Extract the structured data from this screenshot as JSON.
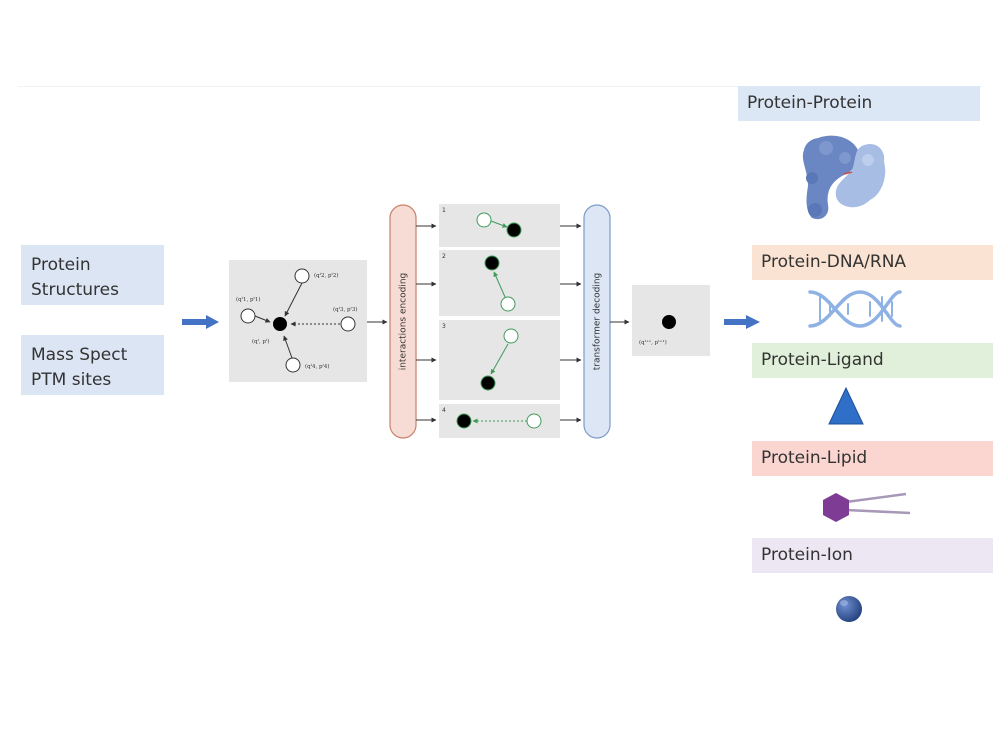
{
  "inputs": {
    "structures": "Protein Structures",
    "ptm": "Mass Spect PTM sites"
  },
  "graph": {
    "center": "(qᵗ, pᵗ)",
    "n1": "(qᵗ1, pᵗ1)",
    "n2": "(qᵗ2, pᵗ2)",
    "n3": "(qᵗ3, pᵗ3)",
    "n4": "(qᵗ4, pᵗ4)"
  },
  "encoder": {
    "label": "interactions encoding"
  },
  "panels": [
    "1",
    "2",
    "3",
    "4"
  ],
  "decoder": {
    "label": "transformer decoding"
  },
  "output": {
    "label": "(qᵗ⁺¹, pᵗ⁺¹)"
  },
  "interactions": [
    {
      "label": "Protein-Protein",
      "color": "#dce7f5"
    },
    {
      "label": "Protein-DNA/RNA",
      "color": "#fbe3d3"
    },
    {
      "label": "Protein-Ligand",
      "color": "#e1f0da"
    },
    {
      "label": "Protein-Lipid",
      "color": "#fbd5d0"
    },
    {
      "label": "Protein-Ion",
      "color": "#ece7f3"
    }
  ],
  "colors": {
    "arrow_blue": "#4472c4",
    "encoder_fill": "#f7dcd5",
    "encoder_stroke": "#c9806c",
    "decoder_fill": "#dce6f5",
    "decoder_stroke": "#7c9cc8",
    "panel_gray": "#e6e6e6",
    "edge_green": "#3f9a5a",
    "ligand_blue": "#2f6fc7",
    "lipid_purple": "#7e3c94",
    "ion_blue": "#264a8f"
  }
}
